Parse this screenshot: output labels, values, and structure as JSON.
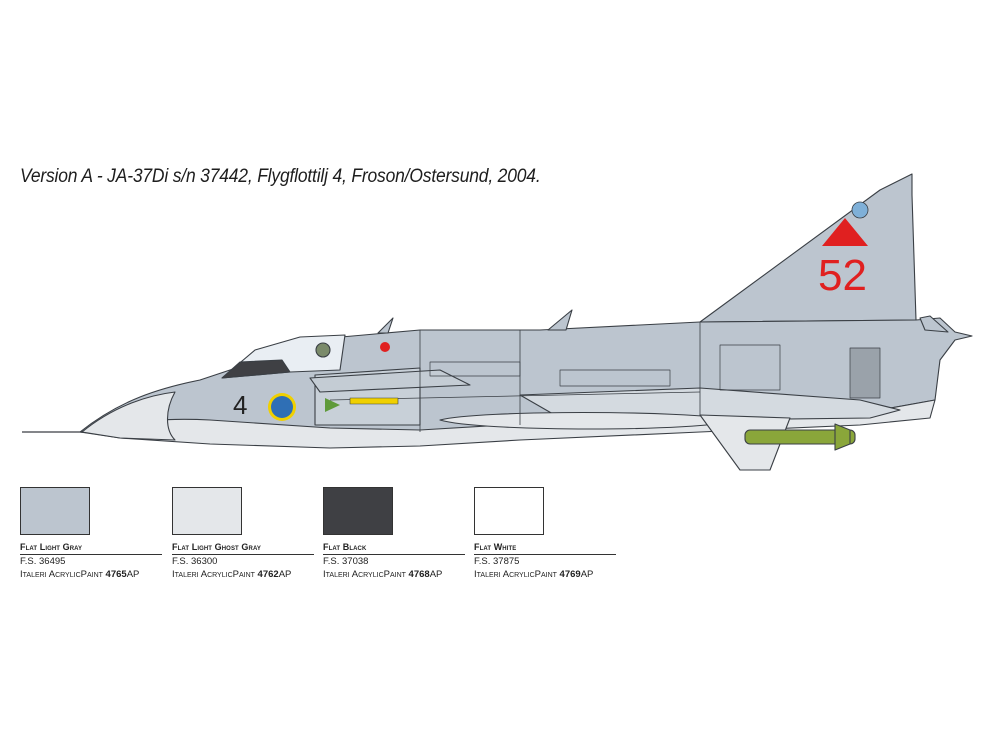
{
  "caption": "Version A - JA-37Di s/n 37442, Flygflottilj 4, Froson/Ostersund, 2004.",
  "aircraft": {
    "tail_number": "52",
    "nose_number": "4",
    "colors": {
      "upper": "#bcc5cf",
      "lower": "#e4e7ea",
      "line": "#3a3f45",
      "red": "#e02020",
      "roundel_blue": "#2f6fb5",
      "roundel_yellow": "#f0d000",
      "green": "#8aa63a"
    }
  },
  "swatches": [
    {
      "name": "Flat Light Gray",
      "fs": "F.S. 36495",
      "brand": "Italeri AcrylicPaint",
      "code": "4765",
      "suffix": "AP",
      "color": "#bcc5cf"
    },
    {
      "name": "Flat Light Ghost Gray",
      "fs": "F.S. 36300",
      "brand": "Italeri AcrylicPaint",
      "code": "4762",
      "suffix": "AP",
      "color": "#e4e7ea"
    },
    {
      "name": "Flat Black",
      "fs": "F.S. 37038",
      "brand": "Italeri AcrylicPaint",
      "code": "4768",
      "suffix": "AP",
      "color": "#3f4044"
    },
    {
      "name": "Flat White",
      "fs": "F.S. 37875",
      "brand": "Italeri AcrylicPaint",
      "code": "4769",
      "suffix": "AP",
      "color": "#ffffff"
    }
  ]
}
